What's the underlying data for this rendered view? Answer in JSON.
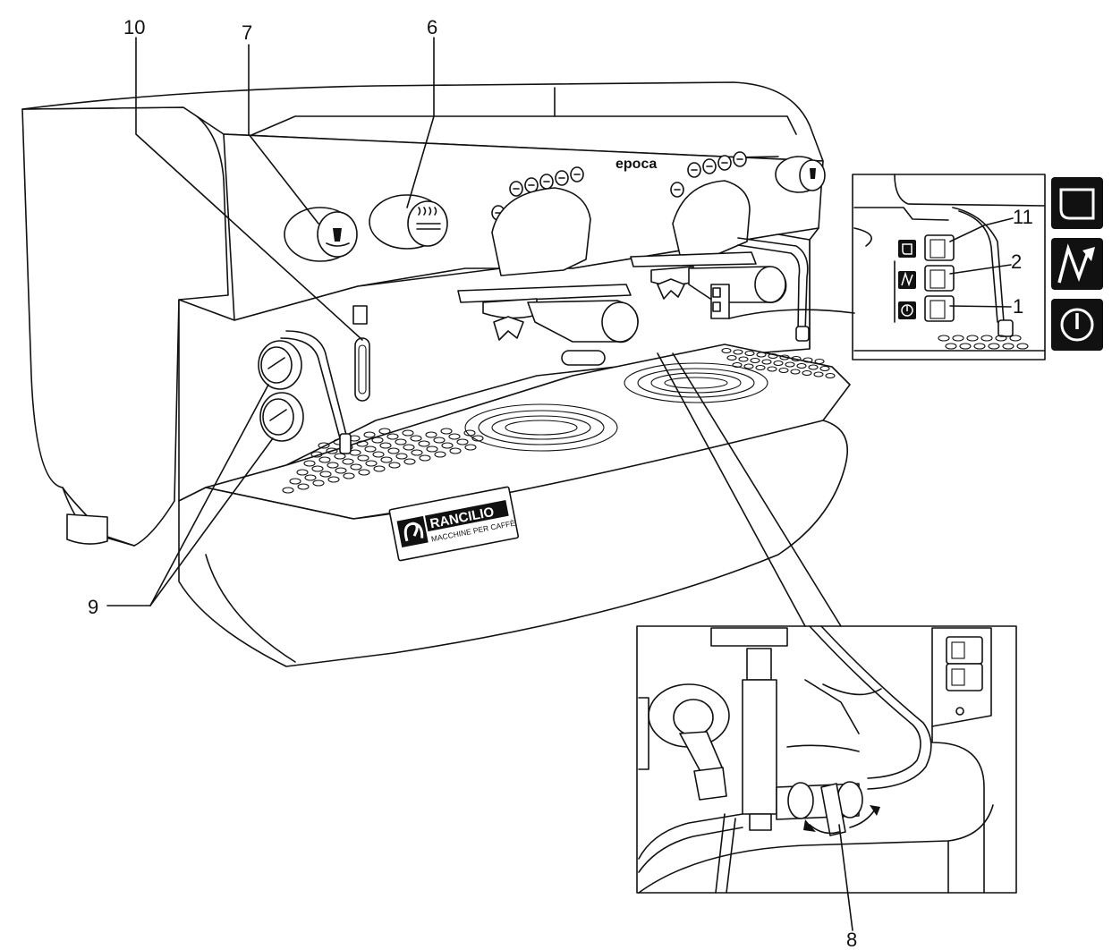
{
  "callouts": {
    "c10": "10",
    "c7": "7",
    "c6": "6",
    "c11": "11",
    "c2": "2",
    "c1": "1",
    "c9": "9",
    "c8": "8"
  },
  "machine": {
    "model_label": "epoca",
    "brand_name": "RANCILIO",
    "brand_tagline": "MACCHINE PER CAFFÈ"
  },
  "icons": {
    "switch_11": "cup-icon",
    "switch_2": "heating-element-icon",
    "switch_1": "power-icon"
  }
}
